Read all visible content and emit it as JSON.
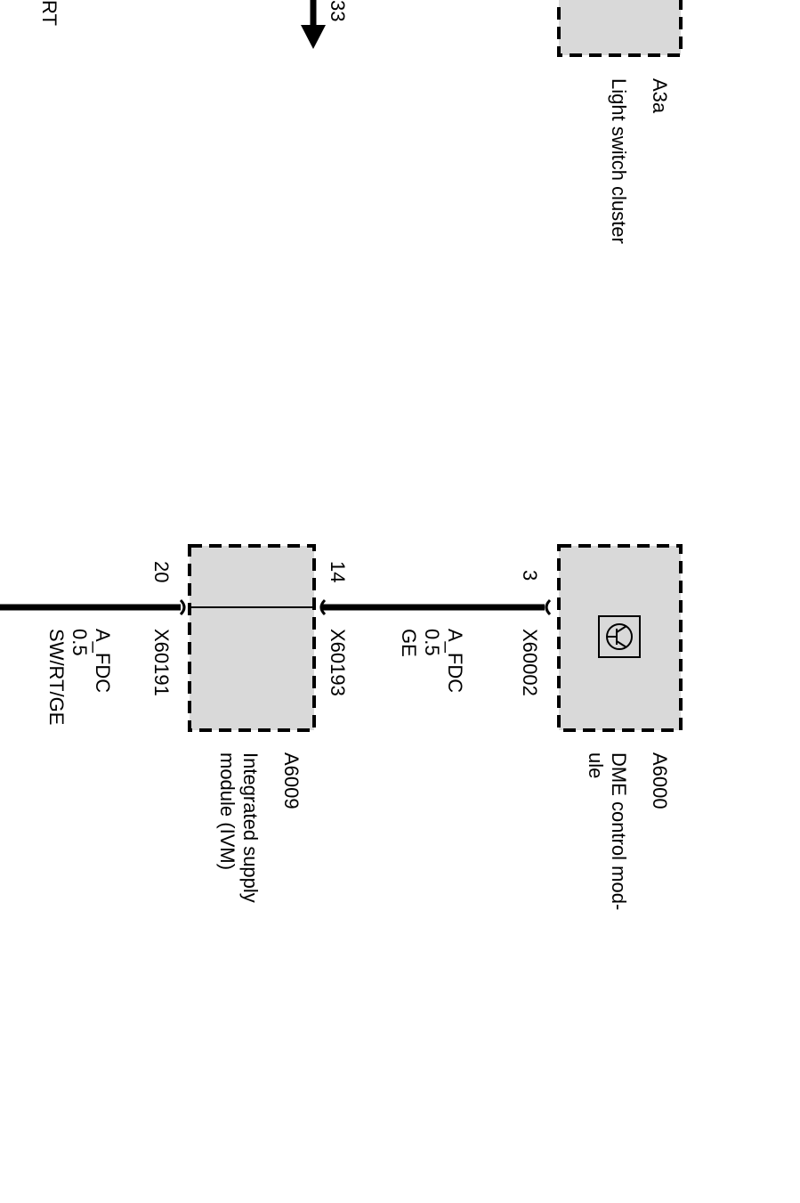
{
  "components": {
    "a3a": {
      "id": "A3a",
      "name": "Light switch cluster"
    },
    "a6000": {
      "id": "A6000",
      "name_line1": "DME control mod-",
      "name_line2": "ule",
      "connector": "X60002",
      "pin": "3"
    },
    "a6009": {
      "id": "A6009",
      "name_line1": "Integrated supply",
      "name_line2": "module (IVM)",
      "connector_top": "X60193",
      "pin_top": "14",
      "connector_bottom": "X60191",
      "pin_bottom": "20"
    }
  },
  "wires": {
    "upper": {
      "signal": "A_FDC",
      "size": "0.5",
      "color": "GE"
    },
    "lower": {
      "signal": "A_FDC",
      "size": "0.5",
      "color": "SW/RT/GE"
    }
  },
  "edge_labels": {
    "left_partial": "RT",
    "arrow_partial": "33"
  },
  "colors": {
    "box_fill": "#d9d9d9",
    "line": "#000000"
  }
}
